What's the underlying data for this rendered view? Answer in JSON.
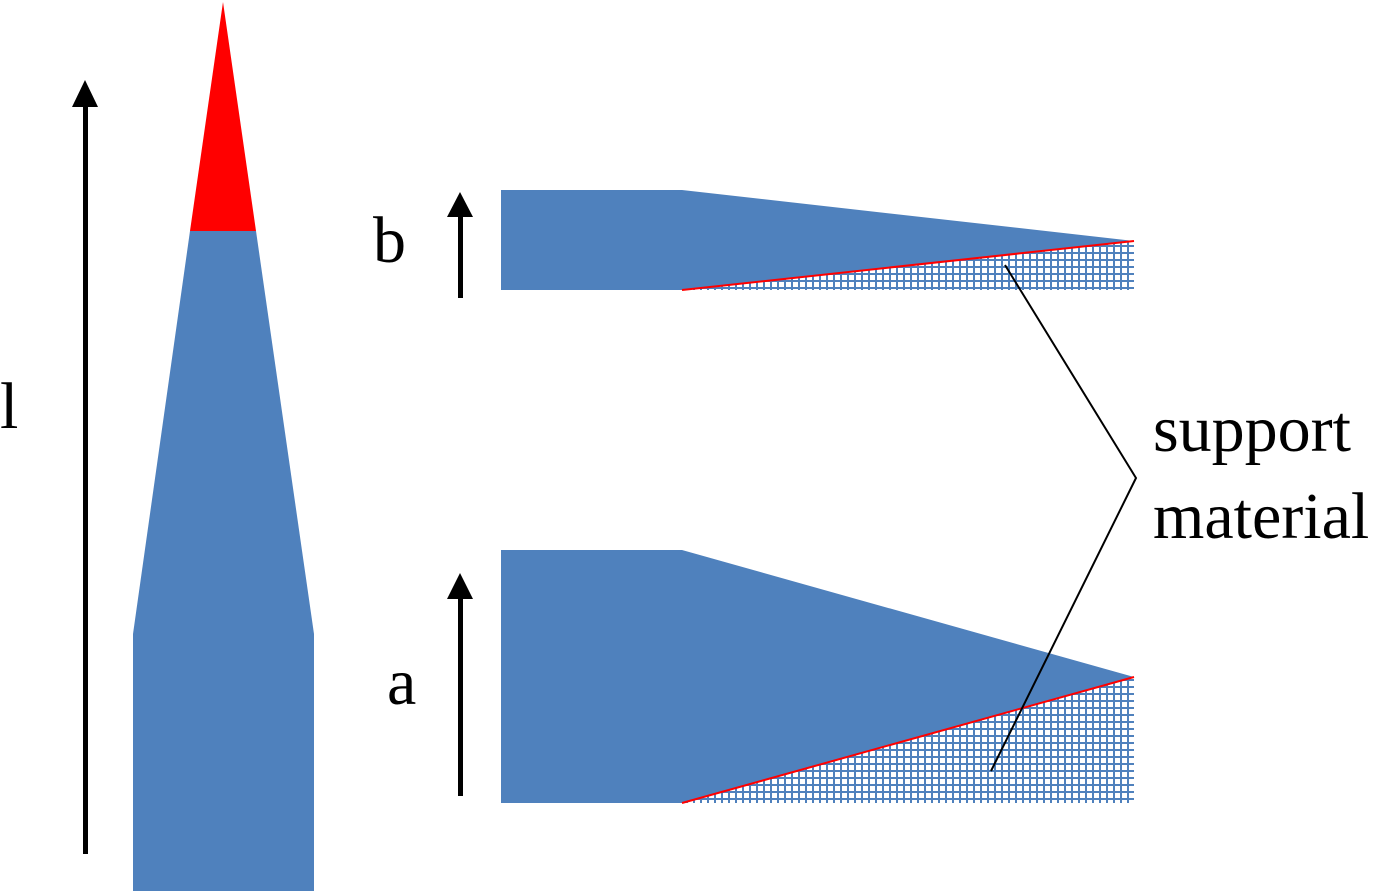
{
  "colors": {
    "part_fill": "#4F81BD",
    "tip_fill": "#FF0000",
    "interface_line": "#FF0000",
    "support_grid": "#4F81BD",
    "arrow": "#000000",
    "leader": "#000000"
  },
  "labels": {
    "l": "l",
    "b": "b",
    "a": "a",
    "support_line1": "support",
    "support_line2": "material"
  },
  "parts": {
    "vertical_part": {
      "description": "tall tapered part with red tip",
      "tip_color": "red"
    },
    "part_b": {
      "description": "thin horizontal tapered part with support material"
    },
    "part_a": {
      "description": "thick horizontal tapered part with support material"
    }
  },
  "arrows": [
    {
      "id": "l",
      "direction": "up"
    },
    {
      "id": "b",
      "direction": "up"
    },
    {
      "id": "a",
      "direction": "up"
    }
  ]
}
